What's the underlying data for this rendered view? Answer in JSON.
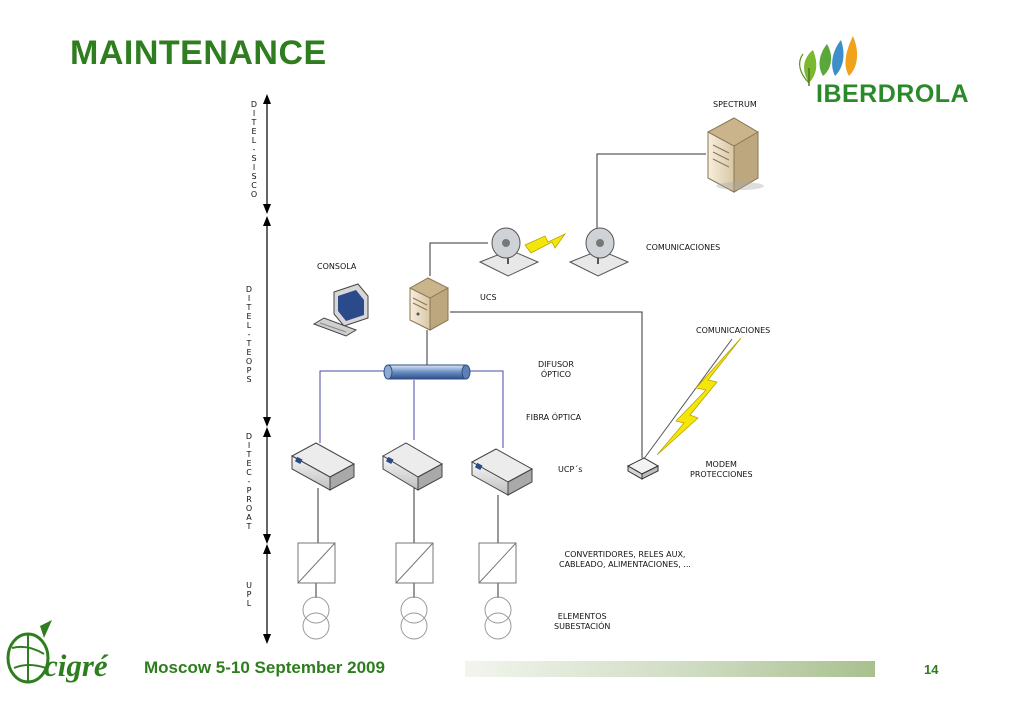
{
  "title": "MAINTENANCE",
  "logo": {
    "iberdrola_text": "IBERDROLA",
    "cigre_text": "cigré",
    "brand_color": "#2e7d1e"
  },
  "footer": {
    "event": "Moscow 5-10 September 2009",
    "page": "14"
  },
  "levels": [
    {
      "letters": [
        "D",
        "I",
        "T",
        "E",
        "L",
        "-",
        "S",
        "I",
        "S",
        "C",
        "O"
      ]
    },
    {
      "letters": [
        "D",
        "I",
        "T",
        "E",
        "L",
        "-",
        "T",
        "E",
        "O",
        "P",
        "S"
      ]
    },
    {
      "letters": [
        "D",
        "I",
        "T",
        "E",
        "C",
        "-",
        "P",
        "R",
        "O",
        "A",
        "T"
      ]
    },
    {
      "letters": [
        "U",
        "P",
        "L"
      ]
    }
  ],
  "labels": {
    "spectrum": "SPECTRUM",
    "comunicaciones_top": "COMUNICACIONES",
    "consola": "CONSOLA",
    "ucs": "UCS",
    "comunicaciones_right": "COMUNICACIONES",
    "difusor_line1": "DIFUSOR",
    "difusor_line2": "ÓPTICO",
    "fibra": "FIBRA ÓPTICA",
    "ucps": "UCP´s",
    "modem_line1": "MODEM",
    "modem_line2": "PROTECCIONES",
    "convertidores_line1": "CONVERTIDORES, RELES AUX,",
    "convertidores_line2": "CABLEADO, ALIMENTACIONES, ...",
    "elementos_line1": "ELEMENTOS",
    "elementos_line2": "SUBESTACIÓN"
  }
}
